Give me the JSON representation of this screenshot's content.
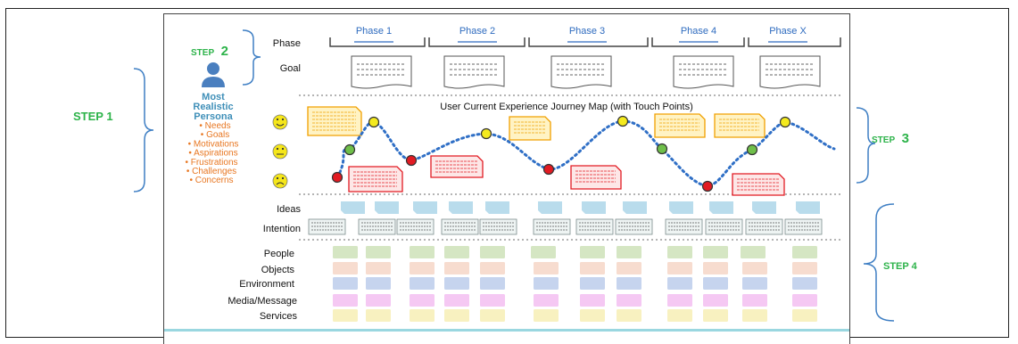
{
  "row_labels": {
    "phase": "Phase",
    "goal": "Goal",
    "ideas": "Ideas",
    "intention": "Intention",
    "people": "People",
    "objects": "Objects",
    "environment": "Environment",
    "media": "Media/Message",
    "services": "Services"
  },
  "phases": [
    "Phase 1",
    "Phase 2",
    "Phase 3",
    "Phase 4",
    "Phase X"
  ],
  "journey_title": "User Current Experience Journey Map (with Touch Points)",
  "steps": {
    "step1": "STEP 1",
    "step2_prefix": "STEP",
    "step2_num": "2",
    "step3_prefix": "STEP",
    "step3_num": "3",
    "step4": "STEP 4"
  },
  "persona": {
    "title_line1": "Most",
    "title_line2": "Realistic",
    "title_line3": "Persona",
    "attributes": [
      "Needs",
      "Goals",
      "Motivations",
      "Aspirations",
      "Frustrations",
      "Challenges",
      "Concerns"
    ]
  },
  "colors": {
    "step_green": "#2db34a",
    "persona_blue": "#4a7fbf",
    "persona_title": "#3f8fb8",
    "attribute_orange": "#e87722",
    "phase_blue": "#2e6bbf",
    "journey_line": "#2f6fc6",
    "point_yellow": "#f4ea1e",
    "point_green": "#6fbf4a",
    "point_red": "#e21b23",
    "idea_blue": "#b9dcec",
    "people_green": "#d5e6c3",
    "objects_peach": "#f7dccf",
    "environment_blue": "#c6d4ee",
    "media_pink": "#f5c8f3",
    "services_yellow": "#f8f1c0"
  },
  "icons": [
    "person-icon",
    "happy-face-icon",
    "neutral-face-icon",
    "sad-face-icon"
  ]
}
